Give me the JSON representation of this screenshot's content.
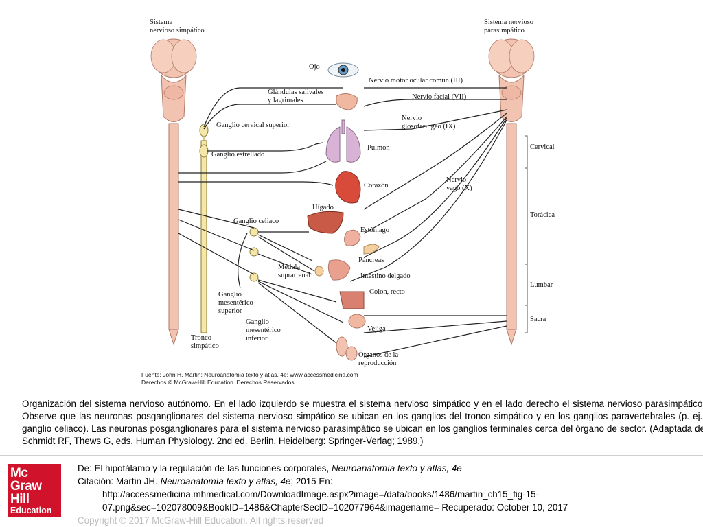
{
  "figure": {
    "labels": {
      "sympathetic_title": [
        "Sistema",
        "nervioso simpático"
      ],
      "parasympathetic_title": [
        "Sistema nervioso",
        "parasimpático"
      ],
      "eye": "Ojo",
      "oculomotor": "Nervio motor ocular común (III)",
      "salivary": [
        "Glándulas salivales",
        "y lagrimales"
      ],
      "facial": "Nervio facial (VII)",
      "glosso": [
        "Nervio",
        "glosofaríngeo (IX)"
      ],
      "cervical_ganglion": "Ganglio cervical superior",
      "stellate": "Ganglio estrellado",
      "lung": "Pulmón",
      "heart": "Corazón",
      "vagus": [
        "Nervio",
        "vago (X)"
      ],
      "liver": "Hígado",
      "celiac": "Ganglio celiaco",
      "stomach": "Estómago",
      "pancreas": "Páncreas",
      "adrenal": [
        "Médula",
        "suprarrenal"
      ],
      "small_intestine": "Intestino delgado",
      "colon": "Colon, recto",
      "sup_mesenteric": [
        "Ganglio",
        "mesentérico",
        "superior"
      ],
      "inf_mesenteric": [
        "Ganglio",
        "mesentérico",
        "inferior"
      ],
      "bladder": "Vejiga",
      "reproductive": [
        "Órganos de la",
        "reproducción"
      ],
      "trunk": [
        "Tronco",
        "simpático"
      ],
      "cervical_region": "Cervical",
      "thoracic_region": "Torácica",
      "lumbar_region": "Lumbar",
      "sacral_region": "Sacra"
    },
    "source": {
      "line1": "Fuente: John H. Martin: Neuroanatomía texto y atlas, 4e: www.accessmedicina.com",
      "line2": "Derechos © McGraw-Hill Education. Derechos Reservados."
    },
    "colors": {
      "spine": "#f2c3b0",
      "nerve": "#222222",
      "ganglion": "#f5e7a8",
      "organ": "#e9a08f",
      "lung": "#d8b3d6"
    }
  },
  "caption": "Organización del sistema nervioso autónomo. En el lado izquierdo se muestra el sistema nervioso simpático y en el lado derecho el sistema nervioso parasimpático. Observe que las neuronas posganglionares del sistema nervioso simpático se ubican en los ganglios del tronco simpático y en los ganglios paravertebrales (p. ej., ganglio celiaco). Las neuronas posganglionares para el sistema nervioso parasimpático se ubican en los ganglios terminales cerca del órgano de sector. (Adaptada de Schmidt RF, Thews G, eds. Human Physiology. 2nd ed. Berlin, Heidelberg: Springer-Verlag; 1989.)",
  "logo": {
    "line1": "Mc",
    "line2": "Graw",
    "line3": "Hill",
    "line4": "Education"
  },
  "meta": {
    "from_prefix": "De: El hipotálamo y la regulación de las funciones corporales, ",
    "from_book": "Neuroanatomía texto y atlas, 4e",
    "citation_prefix": "Citación: Martin JH",
    "citation_dot": ". ",
    "citation_book": "Neuroanatomía texto y atlas, 4e",
    "citation_suffix": "; 2015 En:",
    "url_line1": "http://accessmedicina.mhmedical.com/DownloadImage.aspx?image=/data/books/1486/martin_ch15_fig-15-",
    "url_line2": "07.png&sec=102078009&BookID=1486&ChapterSecID=102077964&imagename= Recuperado: October 10, 2017",
    "copyright": "Copyright © 2017 McGraw-Hill Education. All rights reserved"
  }
}
